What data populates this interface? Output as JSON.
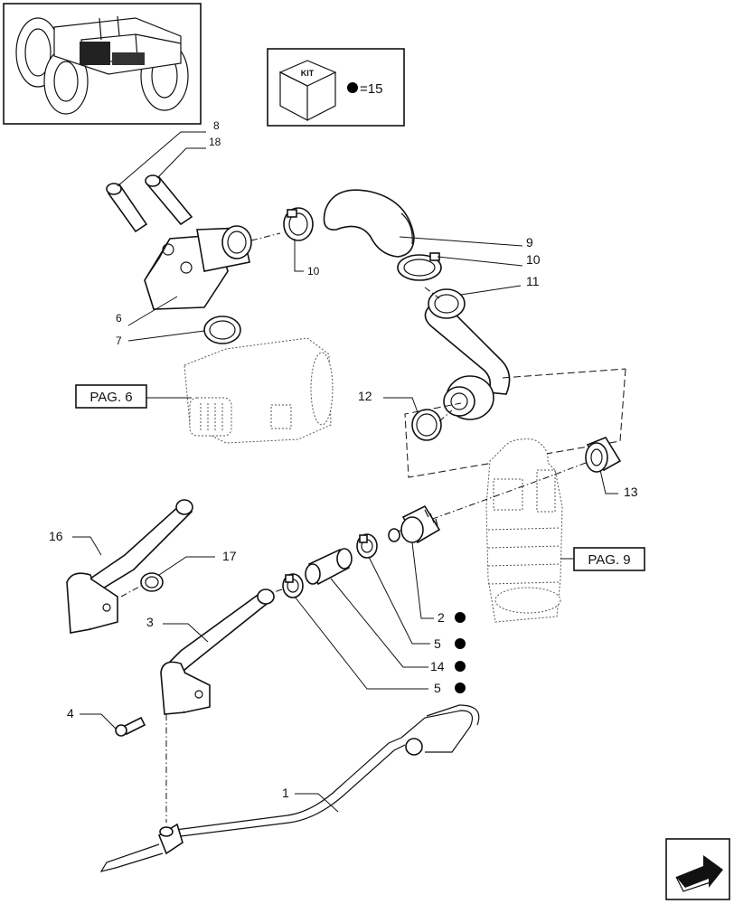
{
  "kit": {
    "badge_text": "KIT",
    "value_text": "=15",
    "bullet_color": "#000000"
  },
  "page_refs": {
    "pag6": "PAG. 6",
    "pag9": "PAG. 9"
  },
  "callouts": {
    "c8": "8",
    "c18": "18",
    "c10a": "10",
    "c9": "9",
    "c10b": "10",
    "c11": "11",
    "c6": "6",
    "c7": "7",
    "c12": "12",
    "c13": "13",
    "c16": "16",
    "c17": "17",
    "c3": "3",
    "c2": "2",
    "c5a": "5",
    "c14": "14",
    "c5b": "5",
    "c4": "4",
    "c1": "1"
  },
  "icons": {
    "thumbnail": "tractor-thumbnail-icon",
    "nav": "next-page-arrow-icon"
  }
}
